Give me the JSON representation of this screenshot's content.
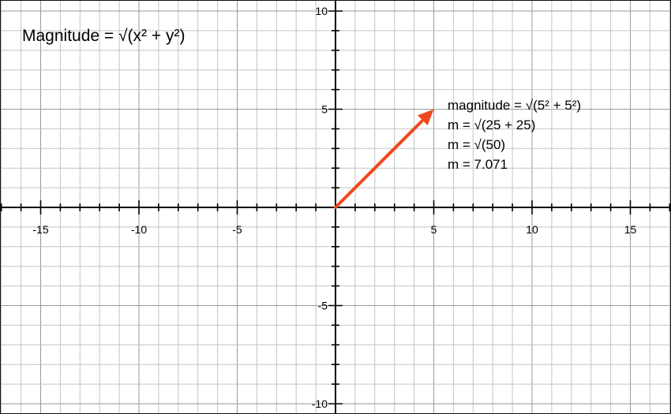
{
  "chart_data": {
    "type": "vector-plot",
    "grid": true,
    "xlim": [
      -17,
      17
    ],
    "ylim": [
      -10.5,
      10.5
    ],
    "major_ticks": 5,
    "minor_ticks": 1,
    "x_tick_labels": [
      "-15",
      "-10",
      "-5",
      "5",
      "10",
      "15"
    ],
    "x_tick_values": [
      -15,
      -10,
      -5,
      5,
      10,
      15
    ],
    "y_tick_labels": [
      "10",
      "5",
      "-5",
      "-10"
    ],
    "y_tick_values": [
      10,
      5,
      -5,
      -10
    ],
    "vector": {
      "from": [
        0,
        0
      ],
      "to": [
        5,
        5
      ],
      "color": "#f0481e"
    },
    "formula": "Magnitude = √(x² + y²)",
    "annotation": [
      "magnitude = √(5² + 5²)",
      "m = √(25 + 25)",
      "m = √(50)",
      "m = 7.071"
    ],
    "colors": {
      "grid": "#c4c4c4",
      "axis": "#000000",
      "vector": "#f0481e"
    }
  }
}
